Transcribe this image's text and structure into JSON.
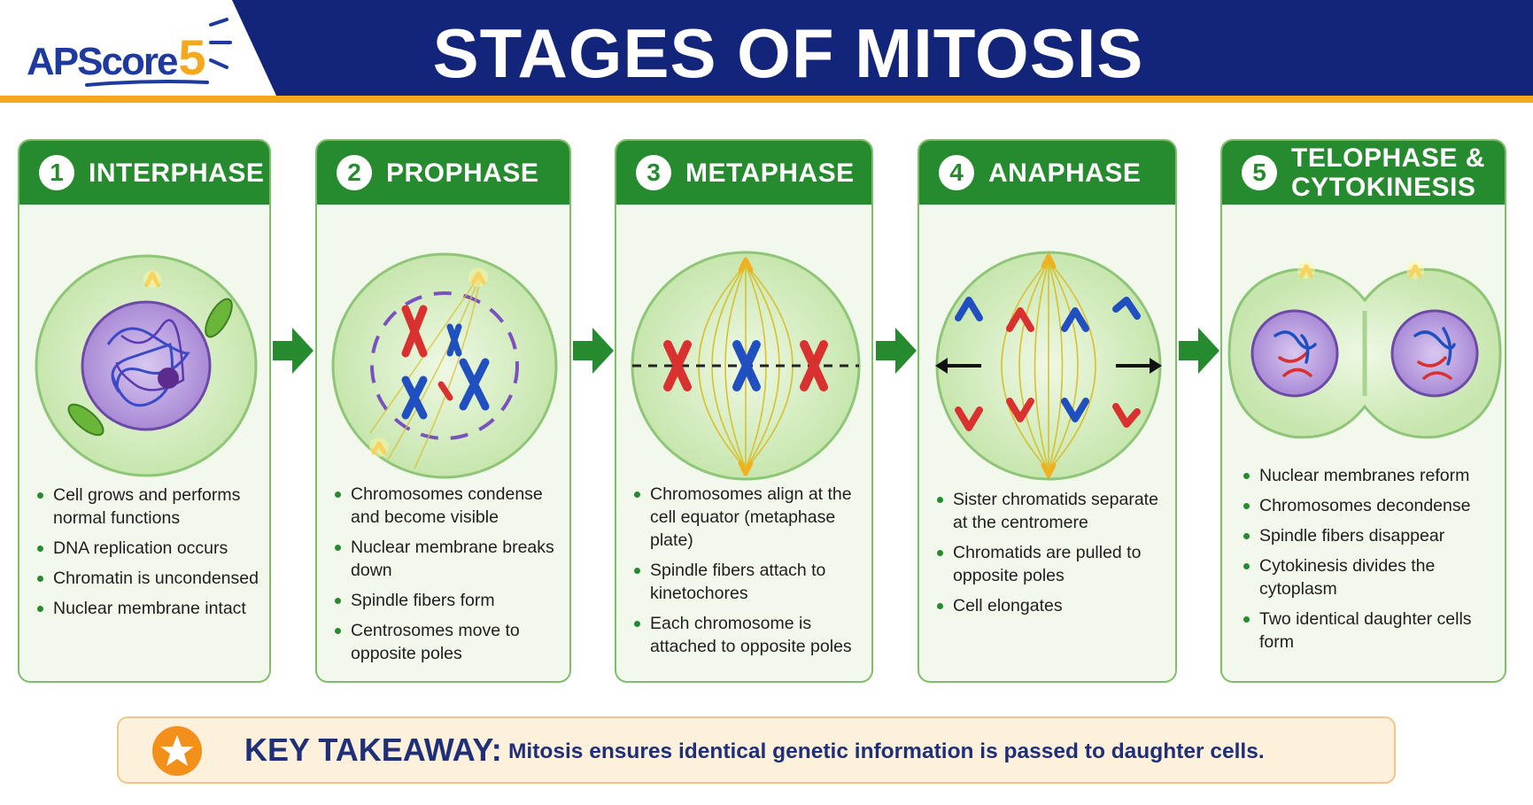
{
  "logo": {
    "text_main": "APScore",
    "text_number": "5"
  },
  "title": "STAGES OF MITOSIS",
  "colors": {
    "header_navy": "#13257a",
    "accent_orange": "#f5a81c",
    "panel_green": "#268a2f",
    "panel_bg": "#f2f9ec",
    "chromosome_red": "#d93030",
    "chromosome_blue": "#2050c0",
    "nucleus_purple": "#b79cdc",
    "takeaway_bg": "#fdf1dc",
    "takeaway_text": "#1f2f78"
  },
  "stages": [
    {
      "number": "1",
      "name": "INTERPHASE",
      "bullets": [
        "Cell grows and performs normal functions",
        "DNA replication occurs",
        "Chromatin is uncondensed",
        "Nuclear membrane intact"
      ]
    },
    {
      "number": "2",
      "name": "PROPHASE",
      "bullets": [
        "Chromosomes condense and become visible",
        "Nuclear membrane breaks down",
        "Spindle fibers form",
        "Centrosomes move to opposite poles"
      ]
    },
    {
      "number": "3",
      "name": "METAPHASE",
      "bullets": [
        "Chromosomes align at the cell equator (metaphase plate)",
        "Spindle fibers attach to kinetochores",
        "Each chromosome is attached to opposite poles"
      ]
    },
    {
      "number": "4",
      "name": "ANAPHASE",
      "bullets": [
        "Sister chromatids separate at the centromere",
        "Chromatids are pulled to opposite poles",
        "Cell elongates"
      ]
    },
    {
      "number": "5",
      "name": "TELOPHASE &\nCYTOKINESIS",
      "bullets": [
        "Nuclear membranes reform",
        "Chromosomes decondense",
        "Spindle fibers disappear",
        "Cytokinesis divides the cytoplasm",
        "Two identical daughter cells form"
      ]
    }
  ],
  "key_takeaway": {
    "label": "KEY TAKEAWAY:",
    "text": "Mitosis ensures identical genetic information is passed to daughter cells.",
    "icon": "star-icon"
  },
  "icons": {
    "flow_arrow": "right-arrow-icon",
    "pole_arrow": "double-arrow-icon",
    "centrosome": "centrosome-icon"
  }
}
